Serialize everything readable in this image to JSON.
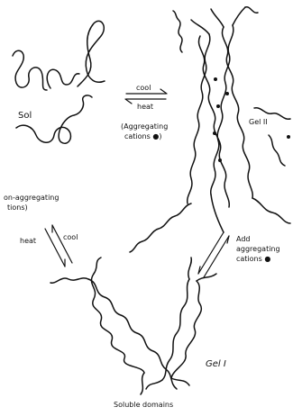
{
  "labels": {
    "sol": "Sol",
    "gel2": "Gel II",
    "gel1": "Gel I",
    "cool_top": "cool",
    "heat_top": "heat",
    "aggregating_line1": "(Aggregating",
    "aggregating_line2": "cations ●)",
    "nonagg_line1": "on-aggregating",
    "nonagg_line2": "tions)",
    "heat_left": "heat",
    "cool_left": "cool",
    "add_line1": "Add",
    "add_line2": "aggregating",
    "add_line3": "cations ●",
    "soluble": "Soluble domains"
  }
}
